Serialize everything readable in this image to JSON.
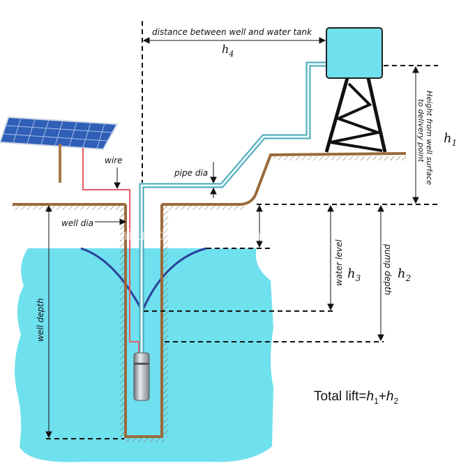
{
  "labels": {
    "distance": "distance between well and water tank",
    "h4": "h",
    "h4_sub": "4",
    "height_line1": "Height from well surface",
    "height_line2": "to delivery point",
    "h1": "h",
    "h1_sub": "1",
    "wire": "wire",
    "pipe_dia": "pipe dia",
    "well_dia": "well dia",
    "well_depth": "well depth",
    "water_level": "water level",
    "h3": "h",
    "h3_sub": "3",
    "pump_depth": "pump depth",
    "h2": "h",
    "h2_sub": "2",
    "total_lift_prefix": "Total lift=",
    "total_h1": "h",
    "total_h1_sub": "1",
    "total_plus": "+",
    "total_h2": "h",
    "total_h2_sub": "2"
  },
  "watermark": "kairunidian.en.alibaba.com",
  "colors": {
    "water": "#6fe0ee",
    "ground": "#9b6a3a",
    "wire": "#e85a66",
    "pipe": "#4aa7b8",
    "cone": "#2c3f9a",
    "panel": "#2f5fb6"
  }
}
